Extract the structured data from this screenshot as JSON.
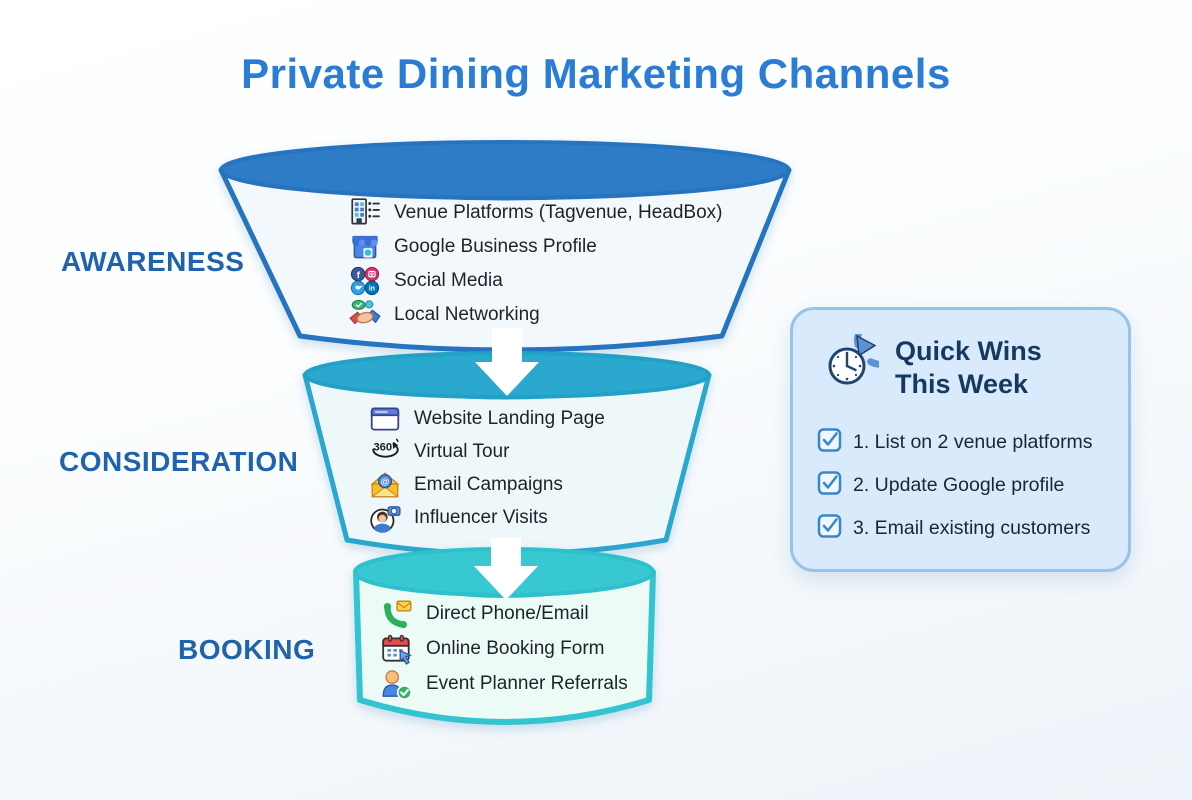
{
  "title": "Private Dining Marketing Channels",
  "funnel": {
    "stages": [
      {
        "label": "AWARENESS",
        "items": [
          {
            "icon": "venue-platforms-icon",
            "label": "Venue Platforms (Tagvenue, HeadBox)"
          },
          {
            "icon": "google-business-icon",
            "label": "Google Business Profile"
          },
          {
            "icon": "social-media-icon",
            "label": "Social Media"
          },
          {
            "icon": "local-networking-icon",
            "label": "Local Networking"
          }
        ]
      },
      {
        "label": "CONSIDERATION",
        "items": [
          {
            "icon": "website-landing-icon",
            "label": "Website Landing Page"
          },
          {
            "icon": "virtual-tour-360-icon",
            "label": "Virtual Tour"
          },
          {
            "icon": "email-campaigns-icon",
            "label": "Email Campaigns"
          },
          {
            "icon": "influencer-visits-icon",
            "label": "Influencer Visits"
          }
        ]
      },
      {
        "label": "BOOKING",
        "items": [
          {
            "icon": "phone-email-icon",
            "label": "Direct Phone/Email"
          },
          {
            "icon": "online-booking-icon",
            "label": "Online Booking Form"
          },
          {
            "icon": "planner-referrals-icon",
            "label": "Event Planner Referrals"
          }
        ]
      }
    ]
  },
  "quick_wins": {
    "icon": "clock-refresh-icon",
    "title_line1": "Quick Wins",
    "title_line2": "This Week",
    "items": [
      {
        "icon": "checkbox-checked-icon",
        "label": "1. List on 2 venue platforms"
      },
      {
        "icon": "checkbox-checked-icon",
        "label": "2. Update Google profile"
      },
      {
        "icon": "checkbox-checked-icon",
        "label": "3. Email existing customers"
      }
    ]
  },
  "icon_glyphs": {
    "virtual_tour": "360°",
    "email_at": "@",
    "facebook": "f",
    "linkedin": "in"
  },
  "colors": {
    "title": "#2b7cd5",
    "stage_label": "#1f63ad",
    "awareness_fill": "#2e7cc6",
    "consideration_fill": "#2ba8ce",
    "booking_fill": "#38c8d2",
    "panel_bg": "#d9eafc",
    "panel_border": "#93c4ec",
    "checkbox": "#3a87c8",
    "item_text": "#1f2329"
  }
}
